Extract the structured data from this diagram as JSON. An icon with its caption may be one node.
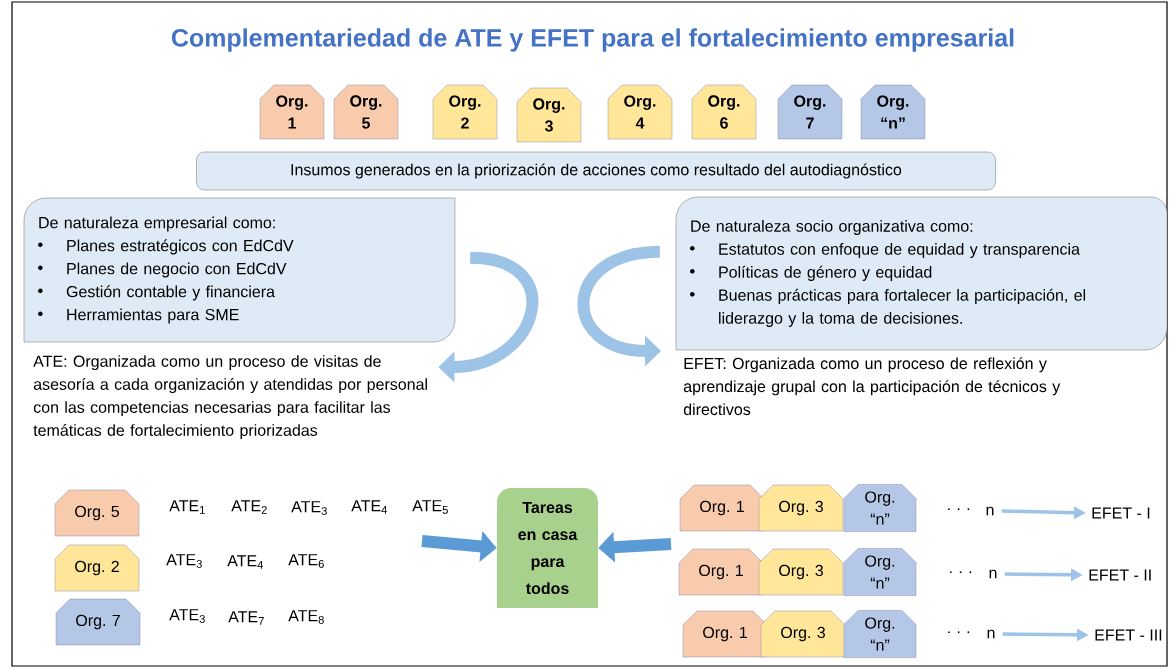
{
  "diagram": {
    "title": "Complementariedad de ATE y EFET para el fortalecimiento empresarial",
    "nodes": [
      {
        "text": [
          "Org. 1"
        ]
      },
      {
        "text": [
          "Org. 5"
        ]
      },
      {
        "text": [
          "Org. 2"
        ]
      },
      {
        "text": [
          "Org. 3"
        ]
      },
      {
        "text": [
          "Org. 4"
        ]
      },
      {
        "text": [
          "Org. 6"
        ]
      },
      {
        "text": [
          "Org. 7"
        ]
      },
      {
        "text": [
          "Org. “n”"
        ]
      },
      {
        "text": [
          "Insumos generados en la priorización de acciones como resultado del autodiagnóstico"
        ]
      },
      {
        "text": [
          "De naturaleza empresarial como:",
          "Planes estratégicos con EdCdV",
          "Planes de negocio con EdCdV",
          "Gestión contable y financiera",
          "Herramientas para SME"
        ]
      },
      {
        "text": [
          "De naturaleza socio organizativa como:",
          "Estatutos con enfoque de equidad y transparencia",
          "Políticas de género y equidad",
          "Buenas prácticas para fortalecer la participación, el liderazgo y la toma de decisiones."
        ]
      },
      {
        "text": [
          "ATE: Organizada como un proceso de visitas de asesoría a cada organización y atendidas por personal con las competencias necesarias para facilitar las temáticas de fortalecimiento priorizadas"
        ]
      },
      {
        "text": [
          "EFET: Organizada como un proceso de reflexión y aprendizaje grupal con la participación de técnicos y directivos"
        ]
      },
      {
        "text": [
          "Org. 5"
        ]
      },
      {
        "text": [
          "Org. 2"
        ]
      },
      {
        "text": [
          "Org. 7"
        ]
      },
      {
        "text": [
          "Tareas en casa para todos"
        ]
      },
      {
        "text": [
          "Org. 1"
        ]
      },
      {
        "text": [
          "Org. 3"
        ]
      },
      {
        "text": [
          "Org. “n”"
        ]
      },
      {
        "text": [
          "Org. 1"
        ]
      },
      {
        "text": [
          "Org. 3"
        ]
      },
      {
        "text": [
          "Org. “n”"
        ]
      },
      {
        "text": [
          "Org. 1"
        ]
      },
      {
        "text": [
          "Org. 3"
        ]
      },
      {
        "text": [
          "Org. “n”"
        ]
      },
      {
        "text": [
          "n"
        ]
      },
      {
        "text": [
          "n"
        ]
      },
      {
        "text": [
          "n"
        ]
      },
      {
        "text": [
          "EFET - I"
        ]
      },
      {
        "text": [
          "EFET - II"
        ]
      },
      {
        "text": [
          "EFET - III"
        ]
      }
    ],
    "edges": [
      {
        "from": 9,
        "to": 11,
        "arrow": "to"
      },
      {
        "from": 10,
        "to": 12,
        "arrow": "to"
      },
      {
        "from": null,
        "to": 16,
        "arrow": "to",
        "color": "#5b9bd5"
      },
      {
        "from": null,
        "to": 16,
        "arrow": "to",
        "color": "#5b9bd5"
      },
      {
        "from": 26,
        "to": 29,
        "arrow": "to"
      },
      {
        "from": 27,
        "to": 30,
        "arrow": "to"
      },
      {
        "from": 28,
        "to": 31,
        "arrow": "to"
      }
    ],
    "labels": [
      "ATE$_{1}$",
      "ATE$_{2}$",
      "ATE$_{3}$",
      "ATE$_{4}$",
      "ATE$_{5}$",
      "ATE$_{3}$",
      "ATE$_{4}$",
      "ATE$_{6}$",
      "ATE$_{3}$",
      "ATE$_{7}$",
      "ATE$_{8}$",
      "· · ·",
      "· · ·",
      "· · ·"
    ]
  }
}
